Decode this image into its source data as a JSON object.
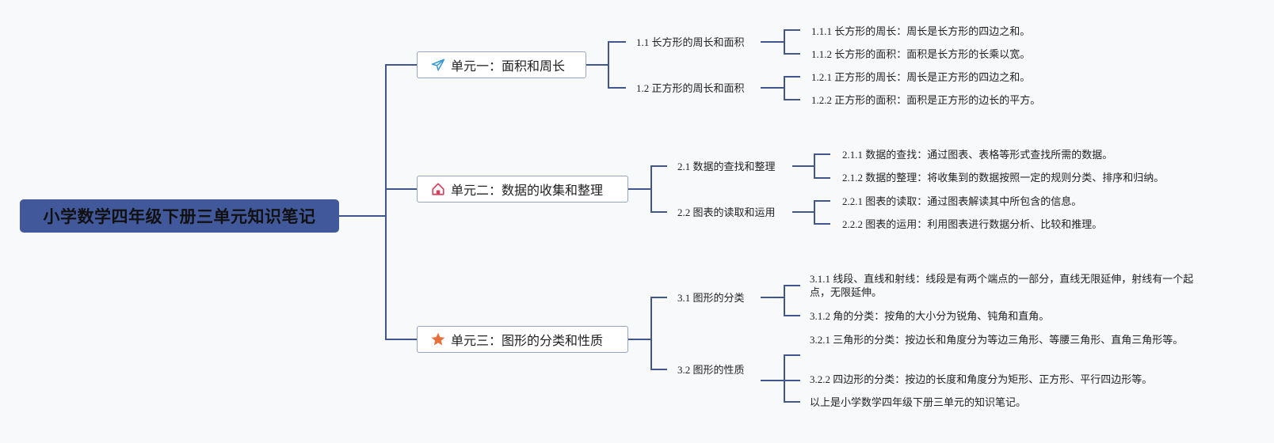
{
  "root": {
    "title": "小学数学四年级下册三单元知识笔记"
  },
  "units": [
    {
      "icon": "paper-plane-icon",
      "label": "单元一：面积和周长",
      "icon_color": "#3a9ad9",
      "sections": [
        {
          "label": "1.1 长方形的周长和面积",
          "items": [
            "1.1.1 长方形的周长：周长是长方形的四边之和。",
            "1.1.2 长方形的面积：面积是长方形的长乘以宽。"
          ]
        },
        {
          "label": "1.2 正方形的周长和面积",
          "items": [
            "1.2.1 正方形的周长：周长是正方形的四边之和。",
            "1.2.2 正方形的面积：面积是正方形的边长的平方。"
          ]
        }
      ]
    },
    {
      "icon": "home-icon",
      "label": "单元二：数据的收集和整理",
      "icon_color": "#d6415e",
      "sections": [
        {
          "label": "2.1 数据的查找和整理",
          "items": [
            "2.1.1 数据的查找：通过图表、表格等形式查找所需的数据。",
            "2.1.2 数据的整理：将收集到的数据按照一定的规则分类、排序和归纳。"
          ]
        },
        {
          "label": "2.2 图表的读取和运用",
          "items": [
            "2.2.1 图表的读取：通过图表解读其中所包含的信息。",
            "2.2.2 图表的运用：利用图表进行数据分析、比较和推理。"
          ]
        }
      ]
    },
    {
      "icon": "star-icon",
      "label": "单元三：图形的分类和性质",
      "icon_color": "#e8703a",
      "sections": [
        {
          "label": "3.1 图形的分类",
          "items": [
            "3.1.1 线段、直线和射线：线段是有两个端点的一部分，直线无限延伸，射线有一个起点，无限延伸。",
            "3.1.2 角的分类：按角的大小分为锐角、钝角和直角。"
          ]
        },
        {
          "label": "3.2 图形的性质",
          "items": [
            "3.2.1 三角形的分类：按边长和角度分为等边三角形、等腰三角形、直角三角形等。",
            "3.2.2 四边形的分类：按边的长度和角度分为矩形、正方形、平行四边形等。",
            "以上是小学数学四年级下册三单元的知识笔记。"
          ]
        }
      ]
    }
  ]
}
